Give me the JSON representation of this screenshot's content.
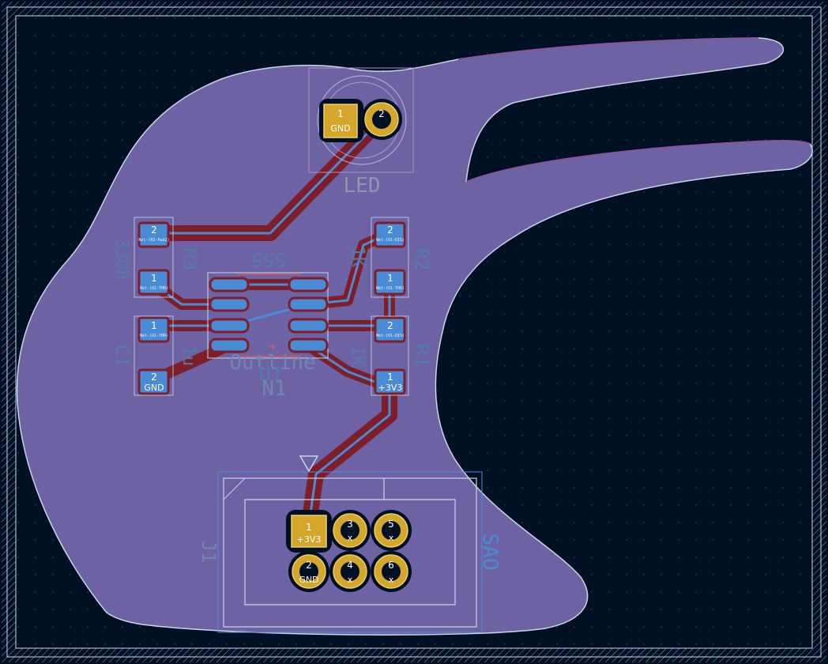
{
  "board": {
    "background": "#001023",
    "outline_color": "#c9d6ea",
    "copper_fill_color": "#6d63a4",
    "track_color": "#7d1e28",
    "track_highlight": "#4a8bd6"
  },
  "silkscreen": {
    "led_label": "LED",
    "ic_value": "555",
    "outline_label": "Outline",
    "u1_label": "U1",
    "n1_label": "N1",
    "r3_label": "R3",
    "r3_value": "330R",
    "r2_label": "R2",
    "r2_value": "1K",
    "r1_label": "R1",
    "r1_value": "1K",
    "c1_label": "C1",
    "c1_value": "1u",
    "j1_label": "J1",
    "sao_label": "SAO"
  },
  "pads": {
    "led_pin1_num": "1",
    "led_pin1_net": "GND",
    "led_pin2_num": "2",
    "r3_p2_num": "2",
    "r3_p2_net": "Net-(R3-Pad2)",
    "r3_p1_num": "1",
    "r3_p1_net": "Net-(U1-THR)",
    "r2_p2_num": "2",
    "r2_p2_net": "Net-(U1-DIS)",
    "r2_p1_num": "1",
    "r2_p1_net": "Net-(U1-THR)",
    "c1_p1_num": "1",
    "c1_p1_net": "Net-(U1-THR)",
    "c1_p2_num": "2",
    "c1_p2_net": "GND",
    "r1_p2_num": "2",
    "r1_p2_net": "Net-(U1-DIS)",
    "r1_p1_num": "1",
    "r1_p1_net": "+3V3",
    "j1_p1_num": "1",
    "j1_p1_net": "+3V3",
    "j1_p2_num": "2",
    "j1_p2_net": "GND",
    "j1_p3_num": "3",
    "j1_p4_num": "4",
    "j1_p5_num": "5",
    "j1_p6_num": "6",
    "nc_mark": "x"
  }
}
